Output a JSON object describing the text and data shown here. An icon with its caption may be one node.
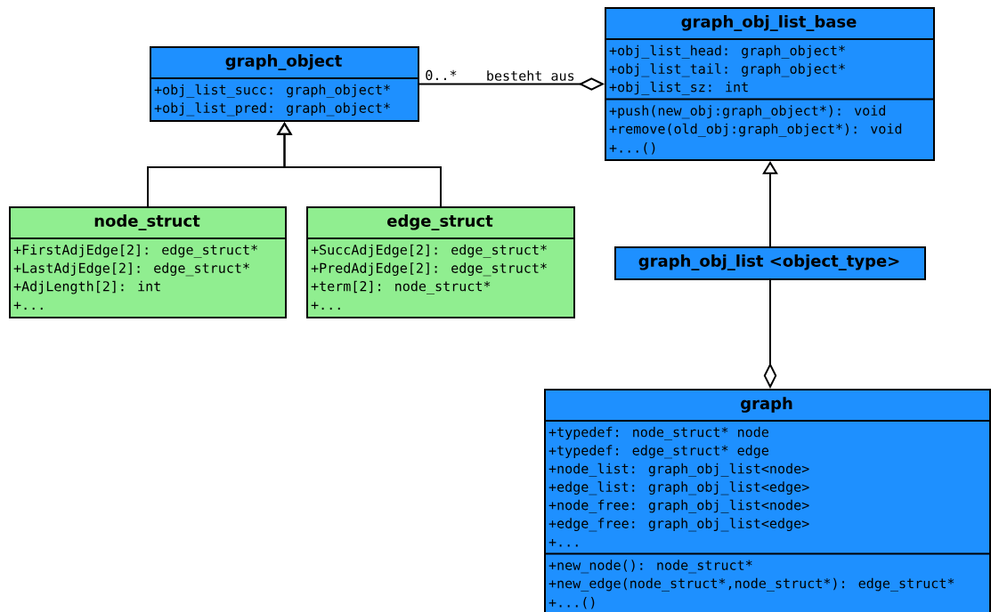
{
  "diagram": {
    "nodes": [
      {
        "text": [
          "graph_object",
          "+obj_list_succ: graph_object*",
          "+obj_list_pred: graph_object*"
        ],
        "beside": [
          "0..*"
        ]
      },
      {
        "text": [
          "graph_obj_list_base",
          "+obj_list_head: graph_object*",
          "+obj_list_tail: graph_object*",
          "+obj_list_sz: int",
          "+push(new_obj:graph_object*): void",
          "+remove(old_obj:graph_object*): void",
          "+...()"
        ]
      },
      {
        "text": [
          "node_struct",
          "+FirstAdjEdge[2]: edge_struct*",
          "+LastAdjEdge[2]: edge_struct*",
          "+AdjLength[2]: int",
          "+..."
        ]
      },
      {
        "text": [
          "edge_struct",
          "+SuccAdjEdge[2]: edge_struct*",
          "+PredAdjEdge[2]: edge_struct*",
          "+term[2]: node_struct*",
          "+..."
        ]
      },
      {
        "text": [
          "graph_obj_list <object_type>"
        ]
      },
      {
        "text": [
          "graph",
          "+typedef: node_struct* node",
          "+typedef: edge_struct* edge",
          "+node_list: graph_obj_list<node>",
          "+edge_list: graph_obj_list<edge>",
          "+node_free: graph_obj_list<node>",
          "+edge_free: graph_obj_list<edge>",
          "+...",
          "+new_node(): node_struct*",
          "+new_edge(node_struct*,node_struct*): edge_struct*",
          "+...()"
        ]
      }
    ],
    "edges": [
      {
        "from": 2,
        "to": 0,
        "arrow": "to"
      },
      {
        "from": 3,
        "to": 0,
        "arrow": "to"
      },
      {
        "from": 0,
        "to": 1,
        "arrow": "other",
        "label": "besteht aus"
      },
      {
        "from": 4,
        "to": 1,
        "arrow": "to"
      },
      {
        "from": 4,
        "to": 5,
        "arrow": "other"
      }
    ]
  }
}
